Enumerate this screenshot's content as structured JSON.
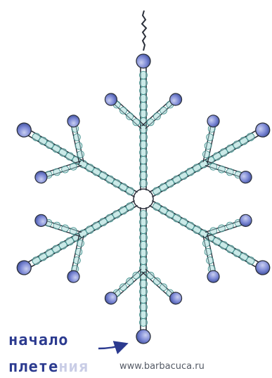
{
  "caption": {
    "line1": "начало",
    "line2_visible": "плете",
    "line2_faded": "ния"
  },
  "watermark": "www.barbacuca.ru",
  "colors": {
    "bead": "#4d5fb8",
    "bead_highlight": "#c9cff0",
    "seed_bead": "#9fd8d6",
    "thread": "#2a2f3a",
    "arrow": "#2b3a8f"
  },
  "arms": 6
}
